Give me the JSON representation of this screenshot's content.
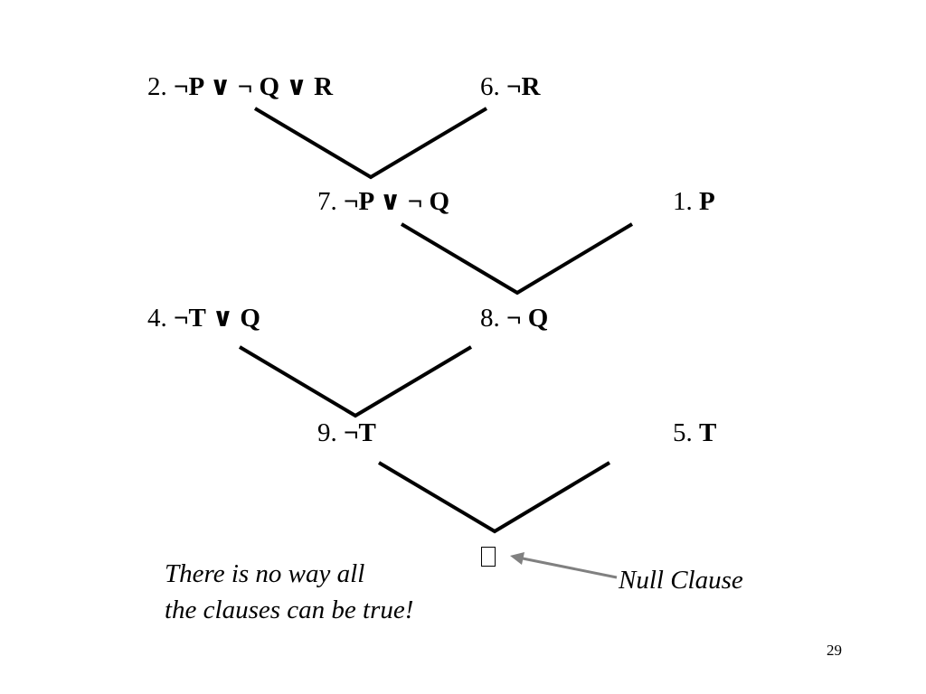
{
  "clauses": [
    {
      "id": "c2",
      "number": "2.",
      "formula": "¬P ∨ ¬ Q ∨ R"
    },
    {
      "id": "c6",
      "number": "6.",
      "formula": "¬R"
    },
    {
      "id": "c7",
      "number": "7.",
      "formula": "¬P ∨ ¬ Q"
    },
    {
      "id": "c1",
      "number": "1.",
      "formula": "P"
    },
    {
      "id": "c4",
      "number": "4.",
      "formula": "¬T ∨ Q"
    },
    {
      "id": "c8",
      "number": "8.",
      "formula": "¬ Q"
    },
    {
      "id": "c9",
      "number": "9.",
      "formula": "¬T"
    },
    {
      "id": "c5",
      "number": "5.",
      "formula": "T"
    }
  ],
  "resolutions": [
    {
      "parents": [
        "c2",
        "c6"
      ],
      "result": "c7"
    },
    {
      "parents": [
        "c7",
        "c1"
      ],
      "result": "c8"
    },
    {
      "parents": [
        "c4",
        "c8"
      ],
      "result": "c9"
    },
    {
      "parents": [
        "c9",
        "c5"
      ],
      "result": "null"
    }
  ],
  "note": {
    "line1": "There is no way all",
    "line2": "the clauses can be true!"
  },
  "null_clause_label": "Null Clause",
  "page_number": "29",
  "colors": {
    "text": "#000000",
    "arrow": "#808080",
    "background": "#ffffff"
  }
}
